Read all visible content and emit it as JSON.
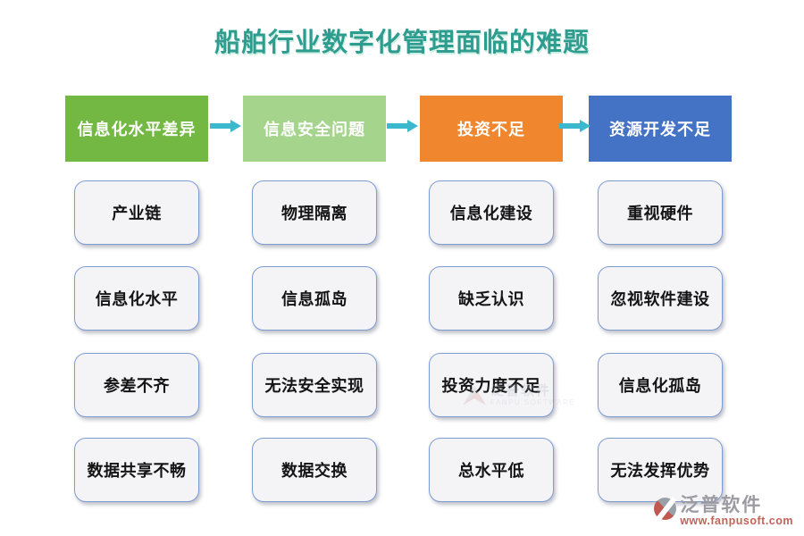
{
  "title": "船舶行业数字化管理面临的难题",
  "colors": {
    "title": "#2E9C8E",
    "arrow": "#3BB7CE",
    "header1": "#72B842",
    "header2": "#A5D48C",
    "header3": "#F0862D",
    "header4": "#4472C4",
    "box_border": "#7E9CD4",
    "box_fill": "#F4F4F7"
  },
  "columns": [
    {
      "header": "信息化水平差异",
      "items": [
        "产业链",
        "信息化水平",
        "参差不齐",
        "数据共享不畅"
      ]
    },
    {
      "header": "信息安全问题",
      "items": [
        "物理隔离",
        "信息孤岛",
        "无法安全实现",
        "数据交换"
      ]
    },
    {
      "header": "投资不足",
      "items": [
        "信息化建设",
        "缺乏认识",
        "投资力度不足",
        "总水平低"
      ]
    },
    {
      "header": "资源开发不足",
      "items": [
        "重视硬件",
        "忽视软件建设",
        "信息化孤岛",
        "无法发挥优势"
      ]
    }
  ],
  "watermark_center": {
    "brand": "泛普软件",
    "subtitle": "FANPU SOFTWARE"
  },
  "footer_logo": {
    "brand": "泛普软件",
    "url": "www.fanpusoft.com"
  }
}
